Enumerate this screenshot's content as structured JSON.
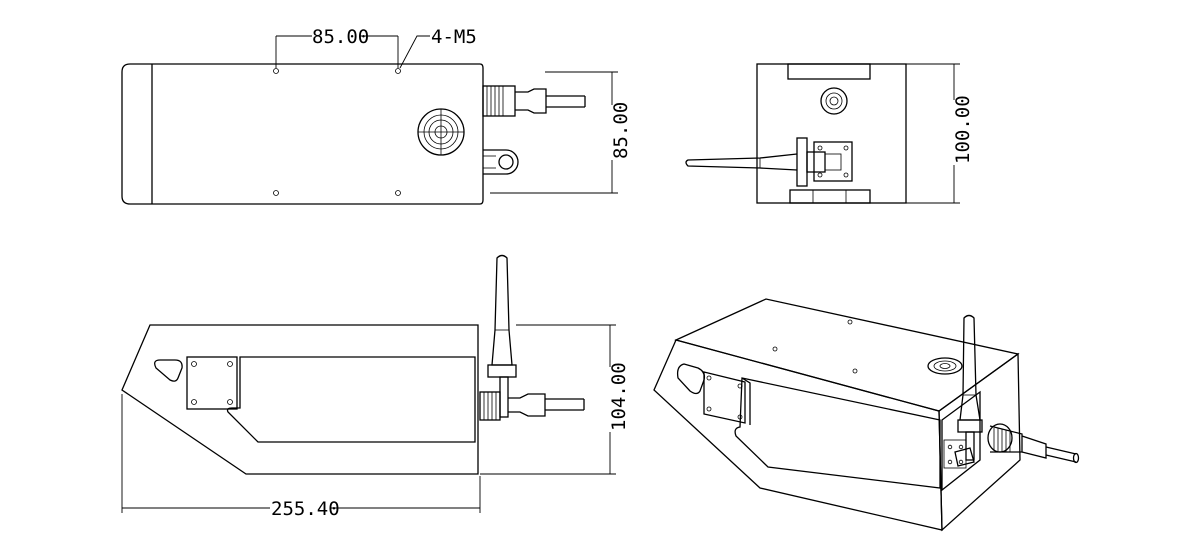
{
  "dimensions": {
    "hole_spacing": "85.00",
    "hole_callout": "4-M5",
    "top_view_width": "85.00",
    "end_view_height": "100.00",
    "side_view_height": "104.00",
    "overall_length": "255.40"
  }
}
